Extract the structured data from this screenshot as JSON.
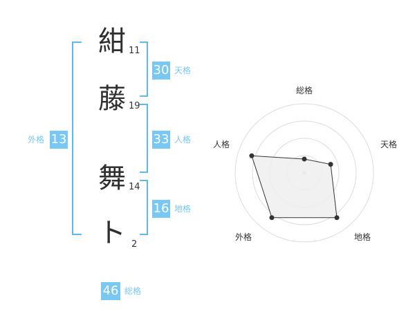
{
  "name": {
    "characters": [
      {
        "char": "紺",
        "strokes": "11"
      },
      {
        "char": "藤",
        "strokes": "19"
      },
      {
        "char": "舞",
        "strokes": "14"
      },
      {
        "char": "ト",
        "strokes": "2"
      }
    ]
  },
  "fortunes": {
    "tenkaku": {
      "value": "30",
      "label": "天格"
    },
    "jinkaku": {
      "value": "33",
      "label": "人格"
    },
    "chikaku": {
      "value": "16",
      "label": "地格"
    },
    "gaikaku": {
      "value": "13",
      "label": "外格"
    },
    "soukaku": {
      "value": "46",
      "label": "総格"
    }
  },
  "radar": {
    "axes": [
      "総格",
      "天格",
      "地格",
      "外格",
      "人格"
    ],
    "levels": 4,
    "values": [
      0.2,
      0.4,
      0.8,
      0.8,
      0.8
    ],
    "fill": "#eeeeee",
    "line": "#333333"
  },
  "colors": {
    "accent": "#79c8f4",
    "bracket": "#5bb9f0",
    "grid": "#dddddd"
  }
}
